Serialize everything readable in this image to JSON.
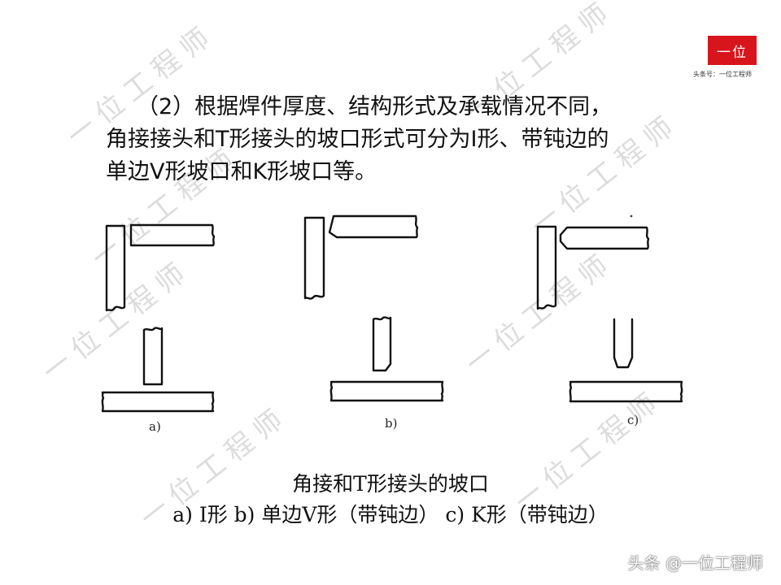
{
  "watermark": "一位工程师",
  "logo": {
    "mark": "一位",
    "subtitle": "头条号：一位工程师"
  },
  "intro": {
    "line1": "（2）根据焊件厚度、结构形式及承载情况不同，",
    "line2": "角接接头和T形接头的坡口形式可分为I形、带钝边的",
    "line3": "单边V形坡口和K形坡口等。"
  },
  "figures": {
    "a": "a)",
    "b": "b)",
    "c": "c)"
  },
  "caption": {
    "title": "角接和T形接头的坡口",
    "items": "a) I形 b) 单边V形（带钝边） c) K形（带钝边）"
  },
  "footer": "头条 @一位工程师"
}
